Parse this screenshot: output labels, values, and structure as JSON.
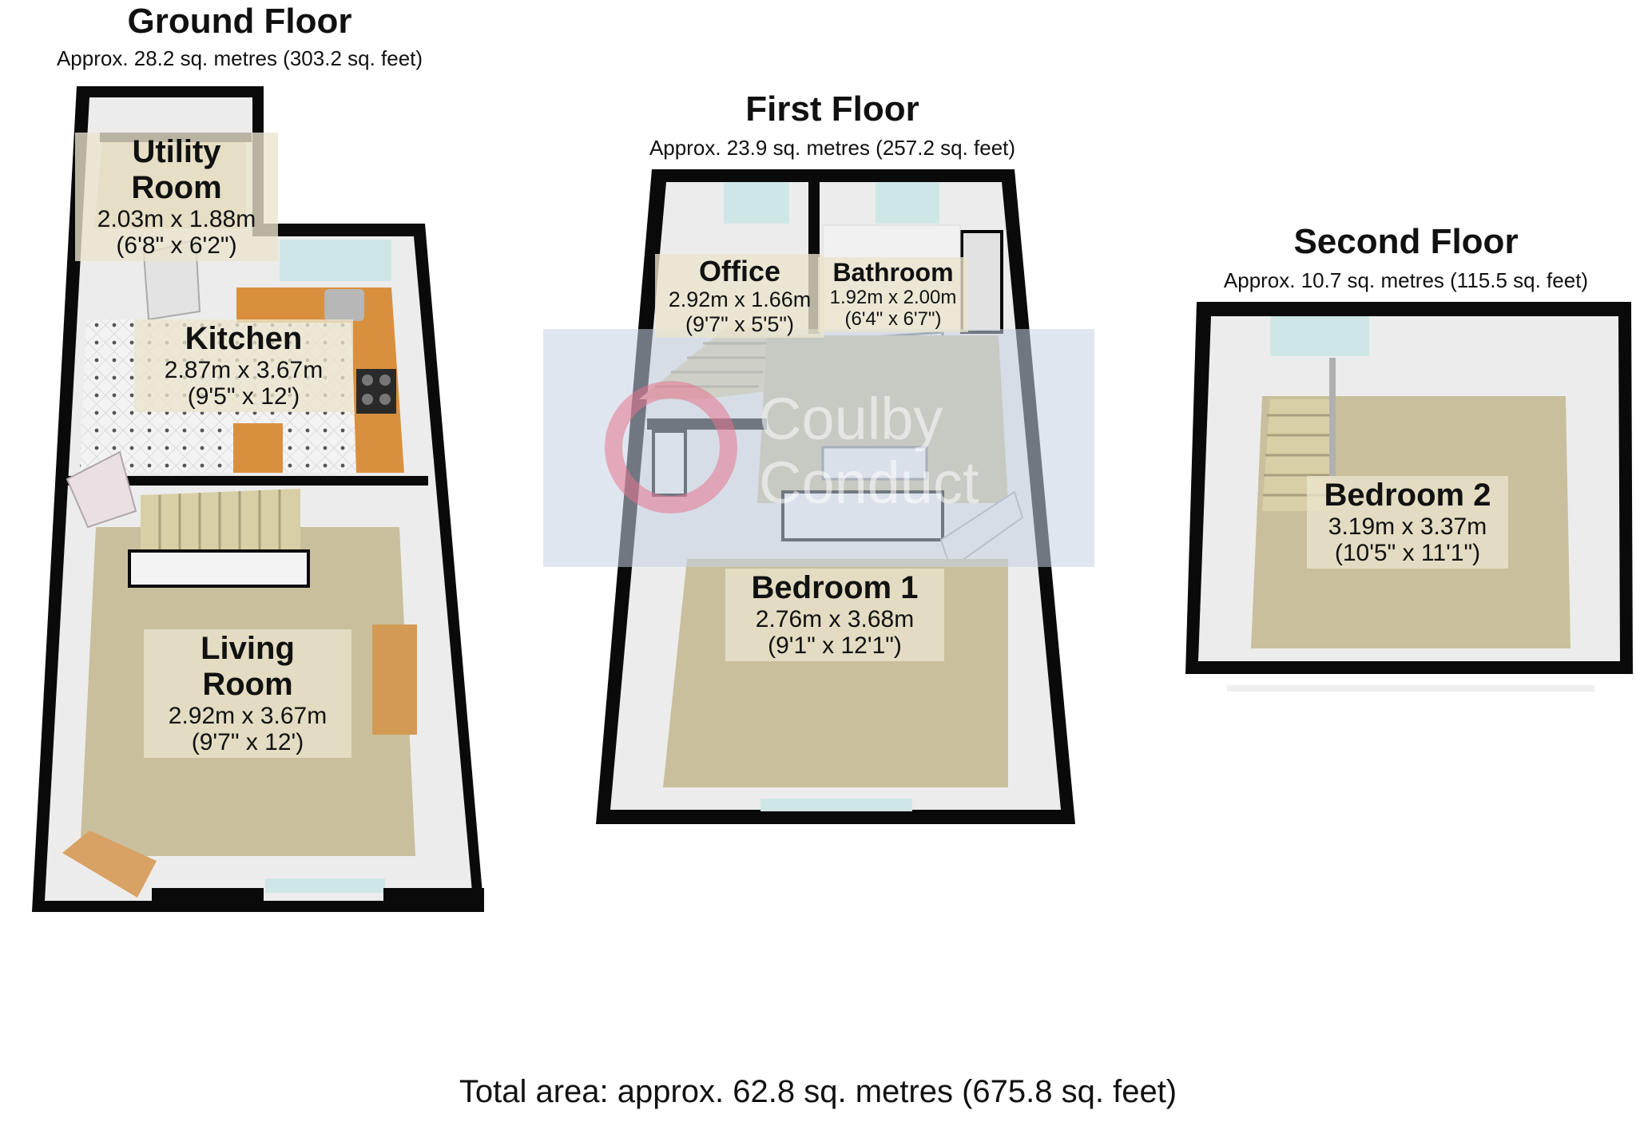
{
  "floors": {
    "ground": {
      "title": "Ground Floor",
      "area": "Approx. 28.2 sq. metres (303.2 sq. feet)"
    },
    "first": {
      "title": "First Floor",
      "area": "Approx. 23.9 sq. metres (257.2 sq. feet)"
    },
    "second": {
      "title": "Second Floor",
      "area": "Approx. 10.7 sq. metres (115.5 sq. feet)"
    }
  },
  "rooms": {
    "utility": {
      "name": "Utility\nRoom",
      "metric": "2.03m x 1.88m",
      "imperial": "(6'8\" x 6'2\")"
    },
    "kitchen": {
      "name": "Kitchen",
      "metric": "2.87m x 3.67m",
      "imperial": "(9'5\" x 12')"
    },
    "living": {
      "name": "Living\nRoom",
      "metric": "2.92m x 3.67m",
      "imperial": "(9'7\" x 12')"
    },
    "office": {
      "name": "Office",
      "metric": "2.92m x 1.66m",
      "imperial": "(9'7\" x 5'5\")"
    },
    "bathroom": {
      "name": "Bathroom",
      "metric": "1.92m x 2.00m",
      "imperial": "(6'4\" x 6'7\")"
    },
    "bedroom1": {
      "name": "Bedroom 1",
      "metric": "2.76m x 3.68m",
      "imperial": "(9'1\" x 12'1\")"
    },
    "bedroom2": {
      "name": "Bedroom 2",
      "metric": "3.19m x 3.37m",
      "imperial": "(10'5\" x 11'1\")"
    }
  },
  "watermark": {
    "line1": "Coulby",
    "line2": "Conduct"
  },
  "total": "Total area: approx. 62.8 sq. metres (675.8 sq. feet)",
  "colors": {
    "wall": "#0a0a0a",
    "carpet": "#c9bf9c",
    "worktop": "#d9903e",
    "window": "#cfe6e6",
    "watermark_box": "#c5d2e3",
    "watermark_logo": "#e8758f"
  }
}
